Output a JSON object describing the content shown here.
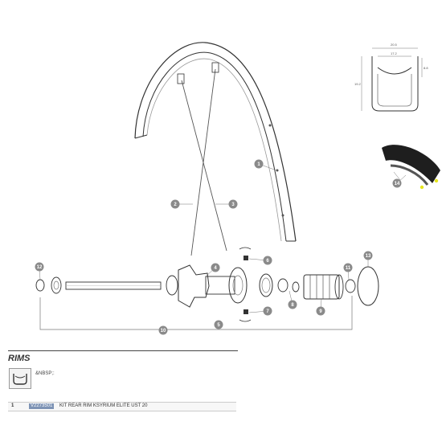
{
  "section": {
    "title": "RIMS",
    "icon_label": "&NBSP;:"
  },
  "parts_row": {
    "number": "1",
    "reference": "V2273501",
    "description": "KIT REAR RIM KSYRIUM ELITE UST 20"
  },
  "callouts": [
    "1",
    "2",
    "3",
    "4",
    "5",
    "6",
    "7",
    "8",
    "9",
    "10",
    "11",
    "12",
    "13",
    "14"
  ],
  "rim_profile": {
    "width_label": "20.5",
    "inner_label": "17.2",
    "depth_label": "8.8",
    "height_label": "19.2"
  },
  "colors": {
    "callout": "#8a8a8a",
    "reference_bg": "#7d93b5",
    "tire_yellow": "#e6e61e"
  }
}
